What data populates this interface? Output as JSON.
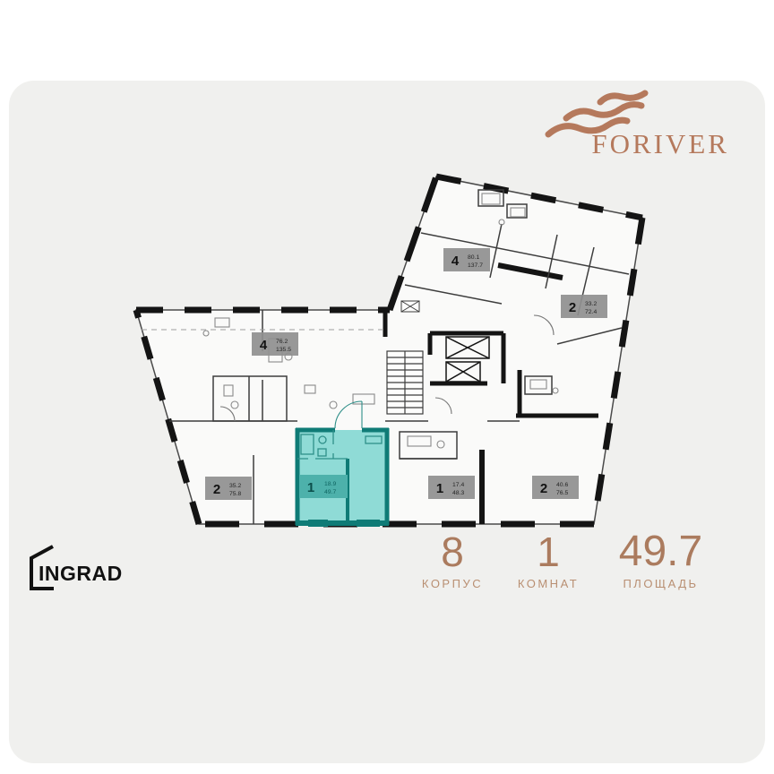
{
  "page": {
    "bg": "#ffffff",
    "card_bg": "#f0f0ee"
  },
  "brand": {
    "name": "FORIVER",
    "color": "#b5795c"
  },
  "developer": {
    "name": "INGRAD",
    "color": "#111111"
  },
  "summary": {
    "accent": "#ab7b5e",
    "label_color": "#b98f72",
    "items": [
      {
        "value": "8",
        "label": "КОРПУС"
      },
      {
        "value": "1",
        "label": "КОМНАТ"
      },
      {
        "value": "49.7",
        "label": "ПЛОЩАДЬ"
      }
    ]
  },
  "floorplan": {
    "wall_color": "#141414",
    "plan_fill": "#fafaf9",
    "label_bg": "#8f8f8f",
    "highlight_fill": "#8fdbd6",
    "highlight_wall": "#0f7b76",
    "highlight_label_bg": "#4db1ab",
    "units": [
      {
        "rooms": "4",
        "living_area": "80.1",
        "total_area": "137.7",
        "highlighted": false
      },
      {
        "rooms": "2",
        "living_area": "33.2",
        "total_area": "72.4",
        "highlighted": false
      },
      {
        "rooms": "4",
        "living_area": "76.2",
        "total_area": "135.5",
        "highlighted": false
      },
      {
        "rooms": "2",
        "living_area": "35.2",
        "total_area": "75.8",
        "highlighted": false
      },
      {
        "rooms": "1",
        "living_area": "18.9",
        "total_area": "49.7",
        "highlighted": true
      },
      {
        "rooms": "1",
        "living_area": "17.4",
        "total_area": "48.3",
        "highlighted": false
      },
      {
        "rooms": "2",
        "living_area": "40.6",
        "total_area": "76.5",
        "highlighted": false
      }
    ]
  }
}
